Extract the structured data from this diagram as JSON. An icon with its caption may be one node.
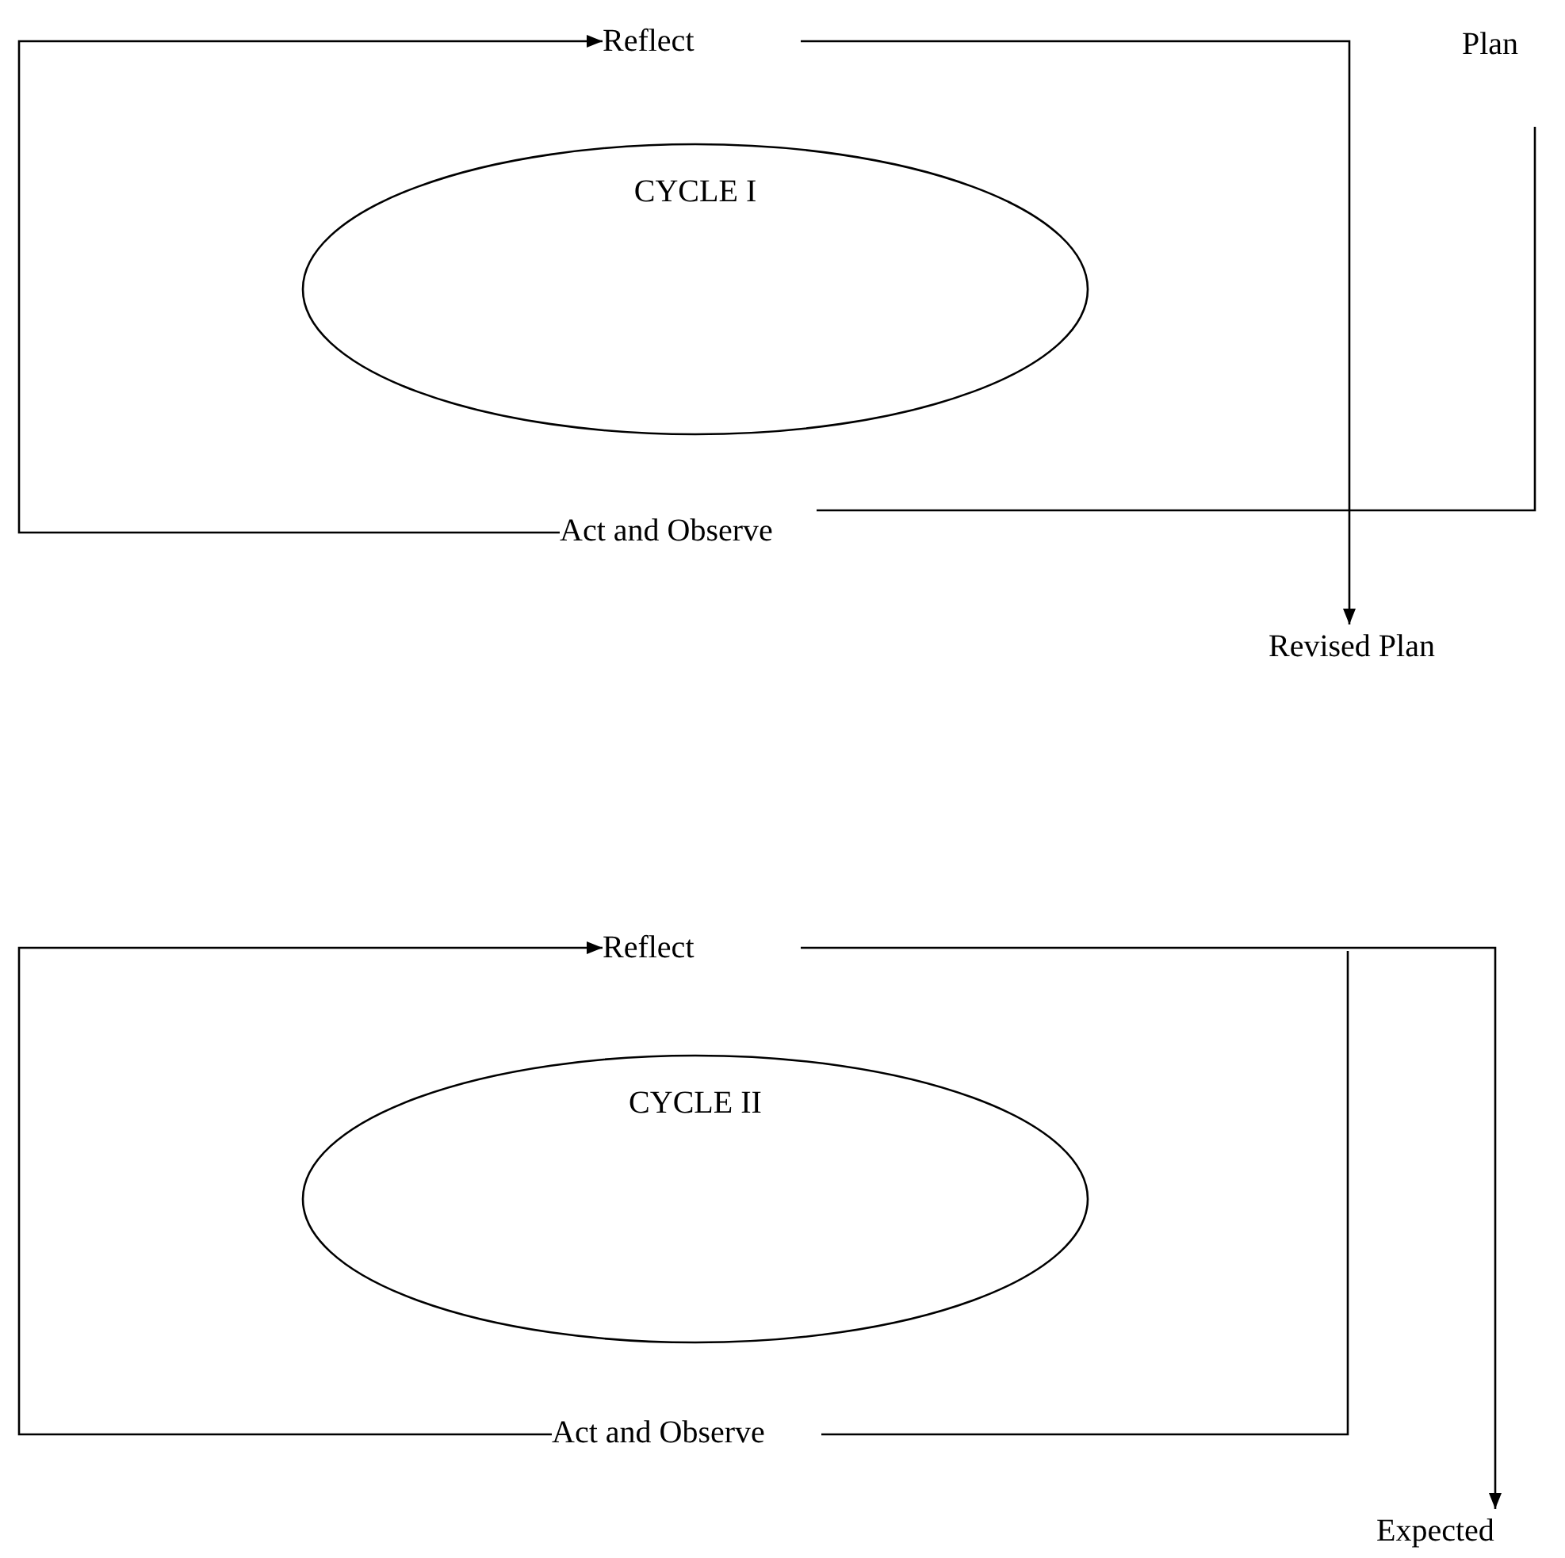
{
  "diagram": {
    "nodes": [
      {
        "text": [
          "Reflect"
        ]
      },
      {
        "text": [
          "Plan"
        ]
      },
      {
        "text": [
          "CYCLE I"
        ]
      },
      {
        "text": [
          "Act and Observe"
        ]
      },
      {
        "text": [
          "Revised Plan"
        ]
      },
      {
        "text": [
          "Reflect"
        ]
      },
      {
        "text": [
          "CYCLE II"
        ]
      },
      {
        "text": [
          "Act and Observe"
        ]
      },
      {
        "text": [
          "Expected"
        ]
      }
    ],
    "edges": [
      {
        "from": 3,
        "to": 0,
        "arrow": "to"
      },
      {
        "from": 0,
        "to": 4,
        "arrow": "to"
      },
      {
        "from": 1,
        "to": 3,
        "arrow": "none"
      },
      {
        "from": 7,
        "to": 5,
        "arrow": "to"
      },
      {
        "from": 5,
        "to": 8,
        "arrow": "to"
      },
      {
        "from": 7,
        "to": null,
        "arrow": "none"
      }
    ]
  }
}
